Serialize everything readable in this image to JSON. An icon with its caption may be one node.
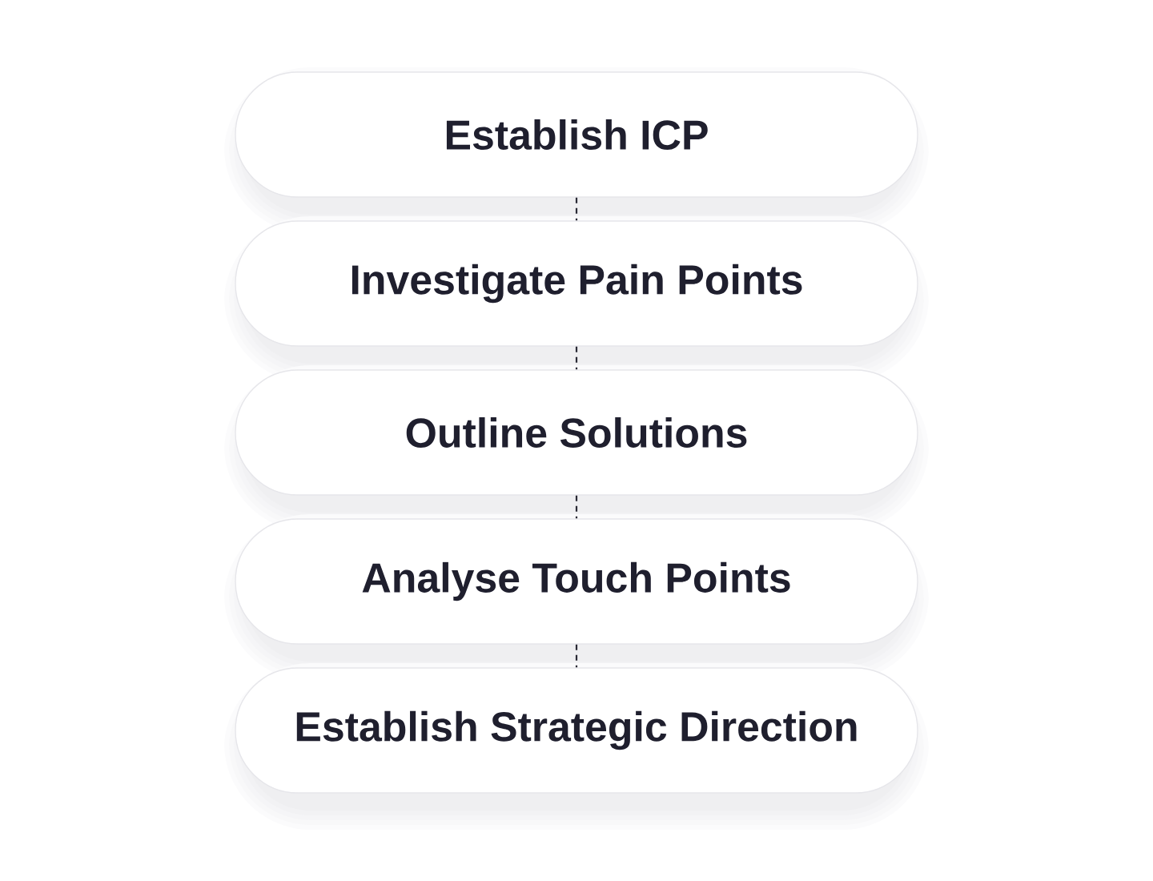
{
  "diagram": {
    "nodes": [
      {
        "text": [
          "Establish ICP"
        ]
      },
      {
        "text": [
          "Investigate Pain Points"
        ]
      },
      {
        "text": [
          "Outline Solutions"
        ]
      },
      {
        "text": [
          "Analyse Touch Points"
        ]
      },
      {
        "text": [
          "Establish Strategic Direction"
        ]
      }
    ],
    "edges": [
      {
        "from": 0,
        "to": 1,
        "arrow": "none",
        "style": "dashed"
      },
      {
        "from": 1,
        "to": 2,
        "arrow": "none",
        "style": "dashed"
      },
      {
        "from": 2,
        "to": 3,
        "arrow": "none",
        "style": "dashed"
      },
      {
        "from": 3,
        "to": 4,
        "arrow": "none",
        "style": "dashed"
      }
    ]
  }
}
